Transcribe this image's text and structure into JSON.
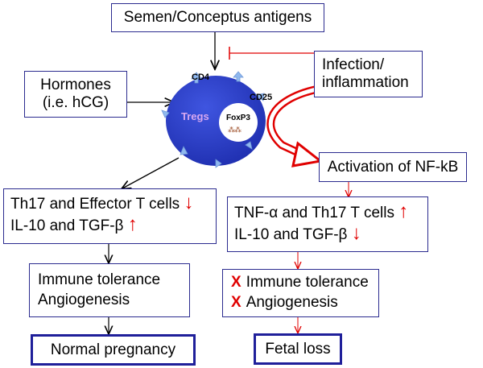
{
  "top_box": "Semen/Conceptus antigens",
  "hormones_box": [
    "Hormones",
    "(i.e. hCG)"
  ],
  "infection_box": [
    "Infection/",
    "inflammation"
  ],
  "cell": {
    "label": "Tregs",
    "nucleus": "FoxP3",
    "marker_cd4": "CD4",
    "marker_cd25": "CD25"
  },
  "nfkb_box": "Activation of NF-kB",
  "left_cytokine_box": [
    "Th17 and Effector T cells",
    "IL-10 and TGF-β"
  ],
  "left_cytokine_arrows": [
    "↓",
    "↑"
  ],
  "right_cytokine_box": [
    "TNF-α and Th17 T cells",
    "IL-10 and TGF-β"
  ],
  "right_cytokine_arrows": [
    "↑",
    "↓"
  ],
  "left_outcome_box": [
    "Immune tolerance",
    "Angiogenesis"
  ],
  "right_outcome_box": [
    "Immune tolerance",
    "Angiogenesis"
  ],
  "right_outcome_mark": "X",
  "left_final_box": "Normal pregnancy",
  "right_final_box": "Fetal loss",
  "colors": {
    "box_border": "#2b2b8f",
    "red_accent": "#e00000",
    "cell_fill": "#2f3fc8",
    "receptor": "#8fb8ee"
  }
}
